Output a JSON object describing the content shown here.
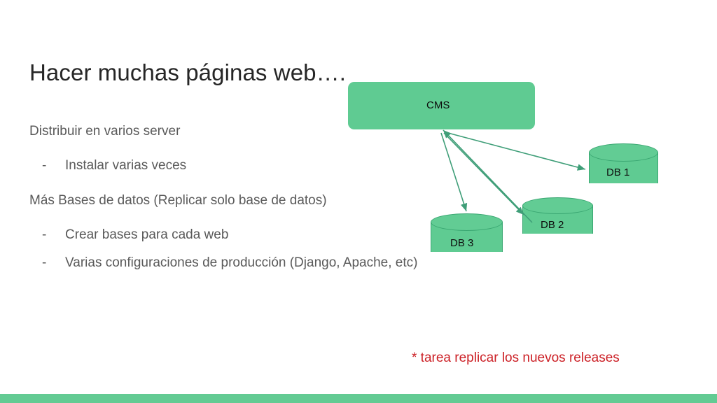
{
  "slide": {
    "title": "Hacer muchas páginas web….",
    "background_color": "#ffffff",
    "accent_color": "#63cb93",
    "body_text_color": "#5a5a5a",
    "note_color": "#cc2026"
  },
  "body": {
    "lead_1": "Distribuir en varios server",
    "bullets_1": [
      {
        "dash": "-",
        "text": "Instalar varias veces"
      }
    ],
    "lead_2": "Más Bases de datos (Replicar solo base de datos)",
    "bullets_2": [
      {
        "dash": "-",
        "text": "Crear bases para cada web"
      },
      {
        "dash": "-",
        "text": "Varias configuraciones de producción (Django, Apache, etc)"
      }
    ]
  },
  "note": {
    "text": "* tarea replicar los nuevos releases"
  },
  "diagram": {
    "nodes": [
      {
        "id": "cms",
        "label": "CMS",
        "shape": "rounded-rectangle",
        "fill": "#5fcb92"
      },
      {
        "id": "db1",
        "label": "DB 1",
        "shape": "cylinder",
        "fill": "#5fcb92"
      },
      {
        "id": "db2",
        "label": "DB 2",
        "shape": "cylinder",
        "fill": "#5fcb92"
      },
      {
        "id": "db3",
        "label": "DB 3",
        "shape": "cylinder",
        "fill": "#5fcb92"
      }
    ],
    "connectors": [
      {
        "from": "cms",
        "to": "db1",
        "arrow": "end"
      },
      {
        "from": "cms",
        "to": "db2",
        "arrow": "end"
      },
      {
        "from": "cms",
        "to": "db3",
        "arrow": "end"
      },
      {
        "from": "db2",
        "to": "cms",
        "arrow": "end"
      }
    ],
    "line_color": "#3f9e78"
  }
}
